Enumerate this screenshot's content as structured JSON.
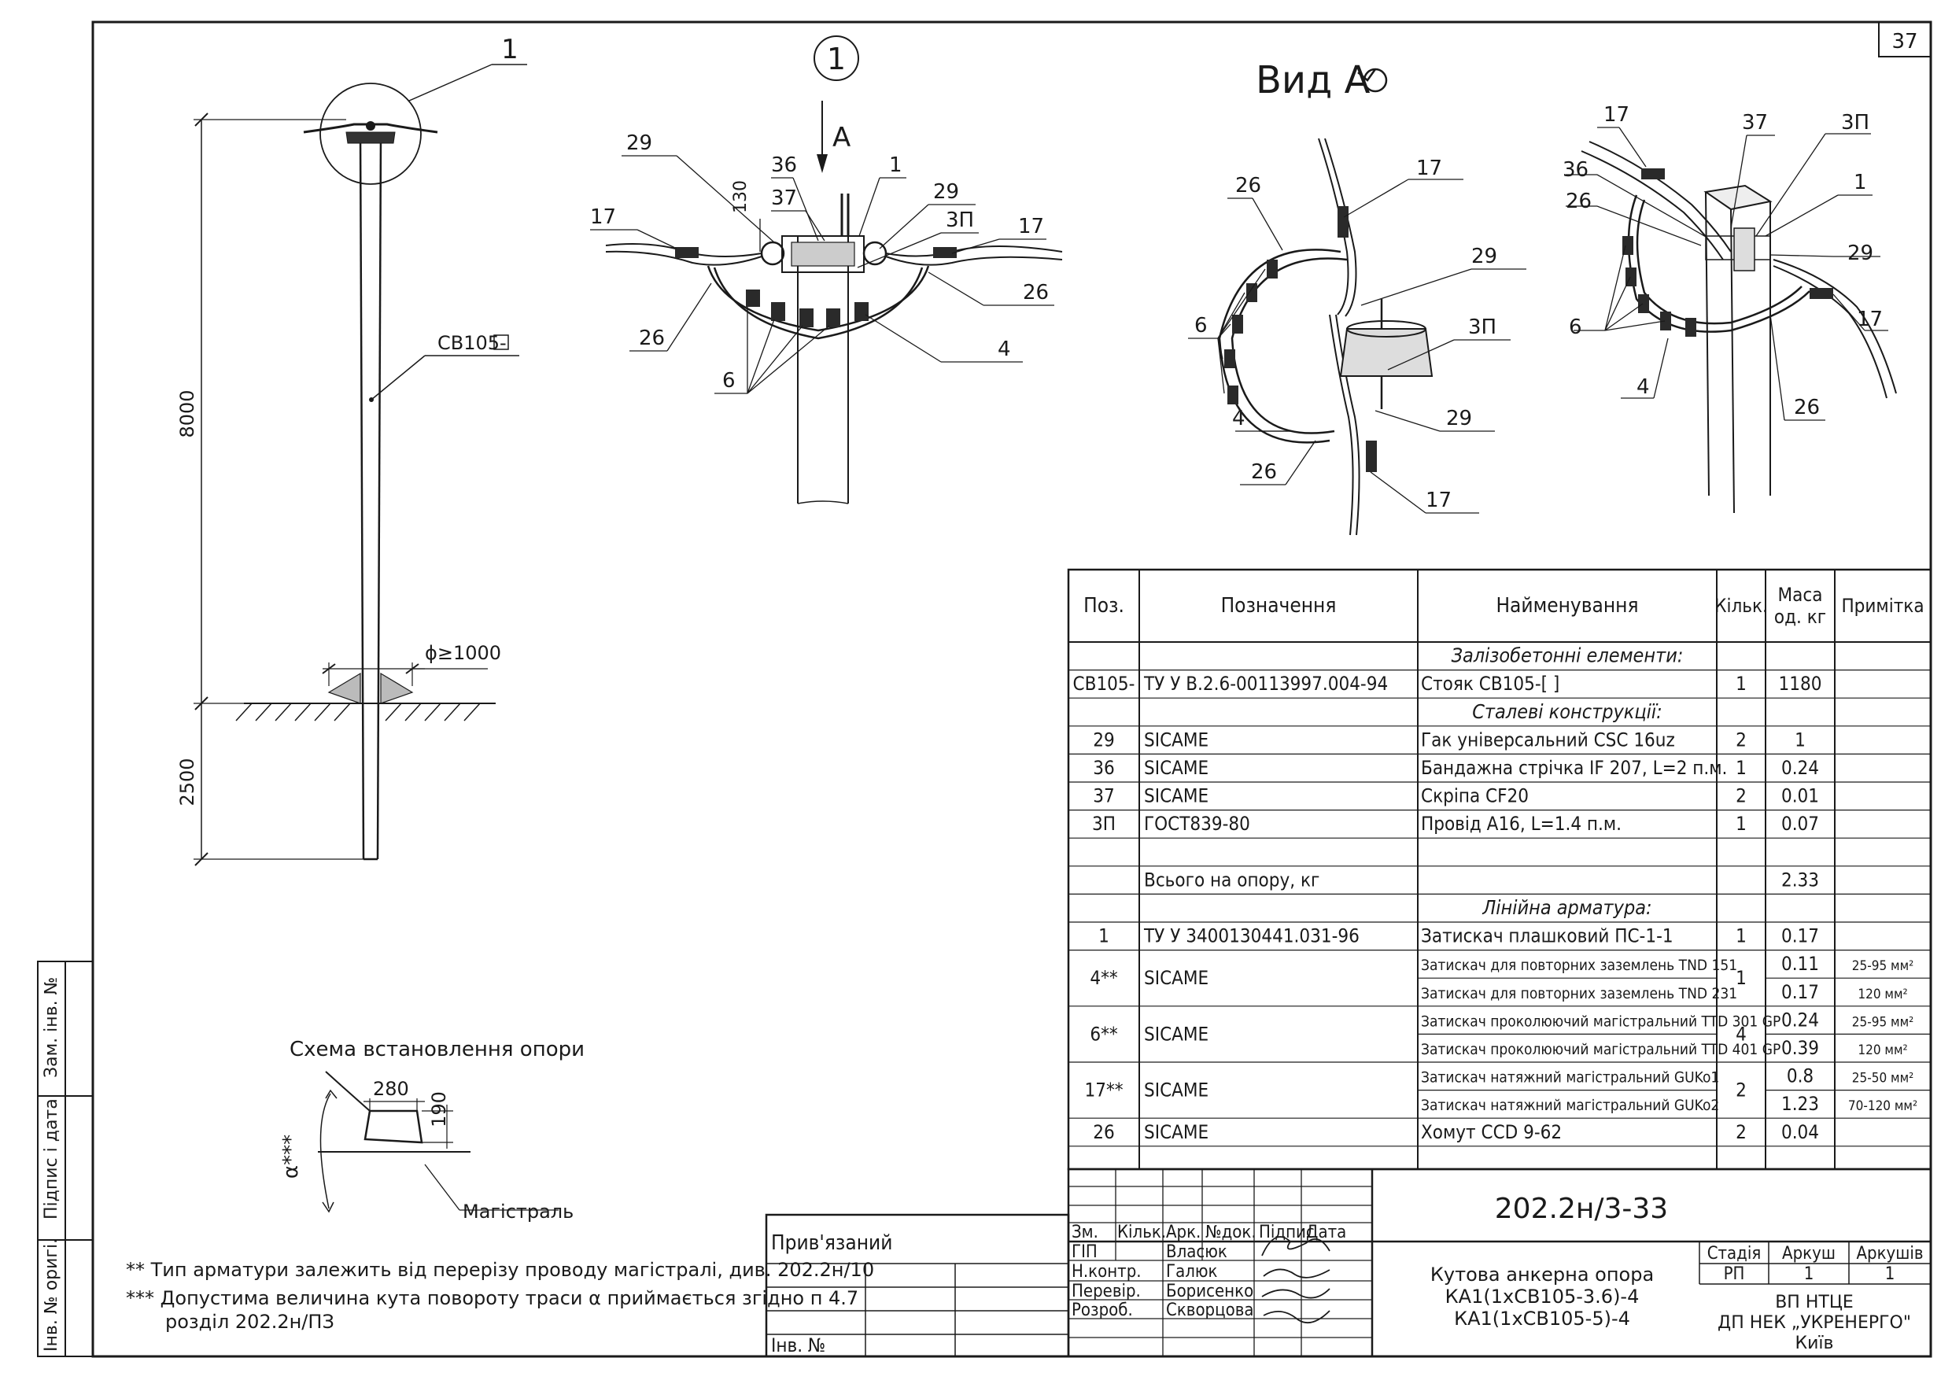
{
  "sheet_number": "37",
  "callout_1": "1",
  "view_title": "Вид А",
  "arrow_label": "А",
  "pole_label": "СВ105-",
  "dim_8000": "8000",
  "dim_2500": "2500",
  "dim_130": "130",
  "dim_diameter": "ϕ≥1000",
  "schema_title": "Схема встановлення опори",
  "schema_dim_280": "280",
  "schema_dim_190": "190",
  "schema_alpha": "α***",
  "schema_magistral": "Магістраль",
  "note1": "** Тип арматури залежить від перерізу проводу магістралі, див. 202.2н/10",
  "note2a": "*** Допустима величина кута повороту траси α приймається згідно п 4.7",
  "note2b": "розділ 202.2н/ПЗ",
  "side_labels": [
    "Зам. інв. №",
    "Підпис і дата",
    "Інв. № оригі."
  ],
  "callouts_side": [
    "29",
    "36",
    "37",
    "1",
    "29",
    "3П",
    "17",
    "17",
    "26",
    "26",
    "6",
    "4"
  ],
  "callouts_view1": [
    "17",
    "26",
    "6",
    "4",
    "26",
    "29",
    "3П",
    "29",
    "17"
  ],
  "callouts_view2": [
    "17",
    "37",
    "3П",
    "36",
    "26",
    "1",
    "29",
    "6",
    "4",
    "26",
    "17"
  ],
  "table": {
    "headers": {
      "pos": "Поз.",
      "designation": "Позначення",
      "name": "Найменування",
      "qty": "Кільк.",
      "mass1": "Маса",
      "mass2": "од. кг",
      "note": "Примітка"
    },
    "rows": [
      {
        "section": "Залізобетонні елементи:"
      },
      {
        "pos": "СВ105-",
        "designation": "ТУ У В.2.6-00113997.004-94",
        "name": "Стояк СВ105-[    ]",
        "qty": "1",
        "mass": "1180",
        "note": ""
      },
      {
        "section": "Сталеві конструкції:"
      },
      {
        "pos": "29",
        "designation": "SICAME",
        "name": "Гак універсальний CSC 16uz",
        "qty": "2",
        "mass": "1",
        "note": ""
      },
      {
        "pos": "36",
        "designation": "SICAME",
        "name": "Бандажна стрічка IF 207, L=2 п.м.",
        "qty": "1",
        "mass": "0.24",
        "note": ""
      },
      {
        "pos": "37",
        "designation": "SICAME",
        "name": "Скріпа CF20",
        "qty": "2",
        "mass": "0.01",
        "note": ""
      },
      {
        "pos": "3П",
        "designation": "ГОСТ839-80",
        "name": "Провід А16, L=1.4 п.м.",
        "qty": "1",
        "mass": "0.07",
        "note": ""
      },
      {
        "pos": "",
        "designation": "",
        "name": "",
        "qty": "",
        "mass": "",
        "note": ""
      },
      {
        "pos": "",
        "designation": "Всього на опору, кг",
        "name": "",
        "qty": "",
        "mass": "2.33",
        "note": ""
      },
      {
        "section": "Лінійна арматура:"
      },
      {
        "pos": "1",
        "designation": "ТУ У 3400130441.031-96",
        "name": "Затискач плашковий ПС-1-1",
        "qty": "1",
        "mass": "0.17",
        "note": ""
      }
    ],
    "group_rows": [
      {
        "pos": "4**",
        "designation": "SICAME",
        "qty": "1",
        "items": [
          {
            "name": "Затискач для повторних заземлень TND 151",
            "mass": "0.11",
            "note": "25-95 мм²"
          },
          {
            "name": "Затискач для повторних заземлень TND 231",
            "mass": "0.17",
            "note": "120 мм²"
          }
        ]
      },
      {
        "pos": "6**",
        "designation": "SICAME",
        "qty": "4",
        "items": [
          {
            "name": "Затискач проколюючий магістральний TTD 301 GP",
            "mass": "0.24",
            "note": "25-95 мм²"
          },
          {
            "name": "Затискач проколюючий магістральний TTD 401 GP",
            "mass": "0.39",
            "note": "120 мм²"
          }
        ]
      },
      {
        "pos": "17**",
        "designation": "SICAME",
        "qty": "2",
        "items": [
          {
            "name": "Затискач натяжний магістральний GUKo1",
            "mass": "0.8",
            "note": "25-50 мм²"
          },
          {
            "name": "Затискач натяжний магістральний GUKo2",
            "mass": "1.23",
            "note": "70-120 мм²"
          }
        ]
      }
    ],
    "last_row": {
      "pos": "26",
      "designation": "SICAME",
      "name": "Хомут CCD 9-62",
      "qty": "2",
      "mass": "0.04",
      "note": ""
    }
  },
  "title_block": {
    "doc_code": "202.2н/3-33",
    "privyazaniy": "Прив'язаний",
    "inv_no": "Інв. №",
    "col_headers": [
      "Зм.",
      "Кільк.",
      "Арк.",
      "№док.",
      "Підпис",
      "Дата"
    ],
    "roles": [
      {
        "role": "ГІП",
        "name": "Власюк"
      },
      {
        "role": "Н.контр.",
        "name": "Галюк"
      },
      {
        "role": "Перевір.",
        "name": "Борисенко"
      },
      {
        "role": "Розроб.",
        "name": "Скворцова"
      }
    ],
    "title_lines": [
      "Кутова анкерна опора",
      "КА1(1хСВ105-3.6)-4",
      "КА1(1хСВ105-5)-4"
    ],
    "stage_header": "Стадія",
    "sheet_header": "Аркуш",
    "sheets_header": "Аркушів",
    "stage": "РП",
    "sheet": "1",
    "sheets": "1",
    "org_lines": [
      "ВП НТЦЕ",
      "ДП НЕК „УКРЕНЕРГО\"",
      "Київ"
    ]
  }
}
